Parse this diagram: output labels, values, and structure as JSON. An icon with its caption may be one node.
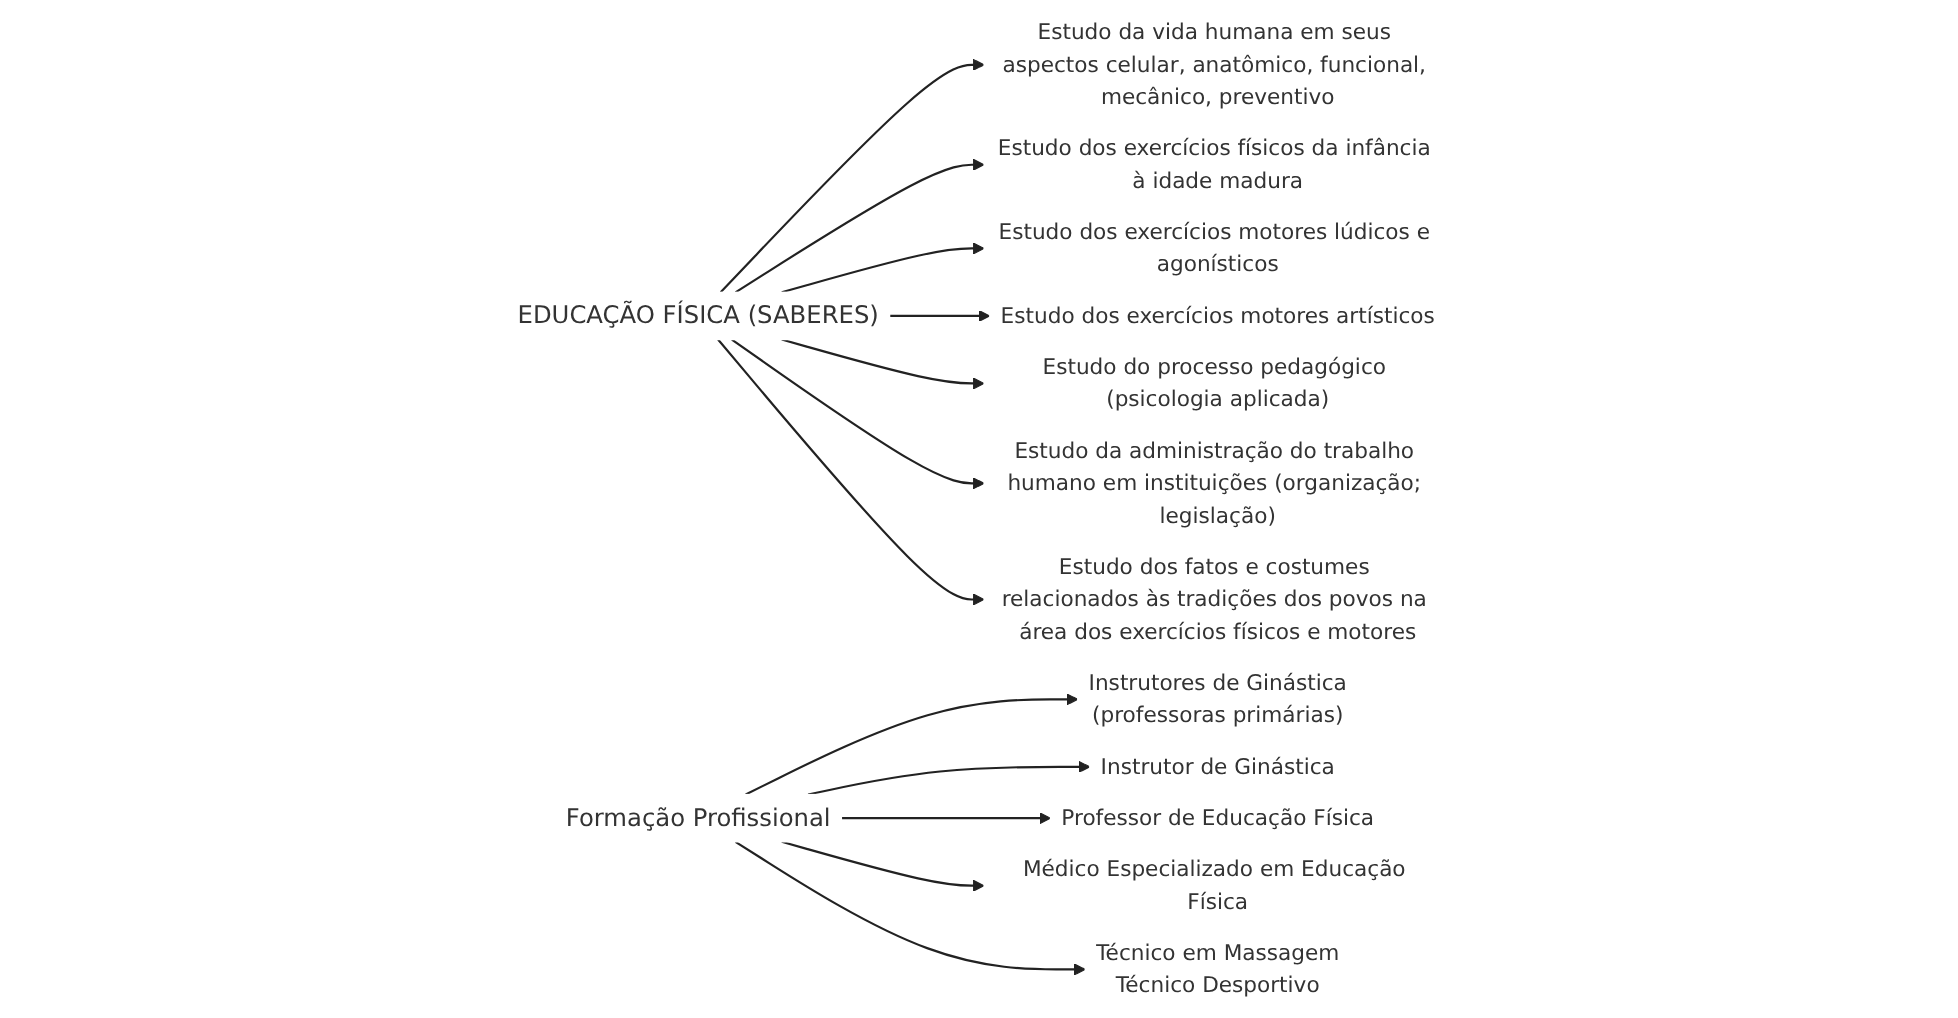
{
  "diagram": {
    "nodes": [
      {
        "text": [
          "EDUCAÇÃO FÍSICA (SABERES)"
        ]
      },
      {
        "text": [
          "Estudo da vida humana em seus aspectos celular, anatômico, funcional, mecânico, preventivo"
        ]
      },
      {
        "text": [
          "Estudo dos exercícios físicos da infância à idade madura"
        ]
      },
      {
        "text": [
          "Estudo dos exercícios motores lúdicos e agonísticos"
        ]
      },
      {
        "text": [
          "Estudo dos exercícios motores artísticos"
        ]
      },
      {
        "text": [
          "Estudo do processo pedagógico (psicologia aplicada)"
        ]
      },
      {
        "text": [
          "Estudo da administração do trabalho humano em instituições (organização; legislação)"
        ]
      },
      {
        "text": [
          "Estudo dos fatos e costumes relacionados às tradições dos povos na área dos exercícios físicos e motores"
        ]
      },
      {
        "text": [
          "Formação Profissional"
        ]
      },
      {
        "text": [
          "Instrutores de Ginástica",
          "(professoras primárias)"
        ]
      },
      {
        "text": [
          "Instrutor de Ginástica"
        ]
      },
      {
        "text": [
          "Professor de Educação Física"
        ]
      },
      {
        "text": [
          "Médico Especializado em Educação Física"
        ]
      },
      {
        "text": [
          "Técnico em Massagem",
          "Técnico Desportivo"
        ]
      }
    ],
    "edges": [
      {
        "from": 0,
        "to": 1,
        "arrow": "to"
      },
      {
        "from": 0,
        "to": 2,
        "arrow": "to"
      },
      {
        "from": 0,
        "to": 3,
        "arrow": "to"
      },
      {
        "from": 0,
        "to": 4,
        "arrow": "to"
      },
      {
        "from": 0,
        "to": 5,
        "arrow": "to"
      },
      {
        "from": 0,
        "to": 6,
        "arrow": "to"
      },
      {
        "from": 0,
        "to": 7,
        "arrow": "to"
      },
      {
        "from": 8,
        "to": 9,
        "arrow": "to"
      },
      {
        "from": 8,
        "to": 10,
        "arrow": "to"
      },
      {
        "from": 8,
        "to": 11,
        "arrow": "to"
      },
      {
        "from": 8,
        "to": 12,
        "arrow": "to"
      },
      {
        "from": 8,
        "to": 13,
        "arrow": "to"
      }
    ]
  }
}
